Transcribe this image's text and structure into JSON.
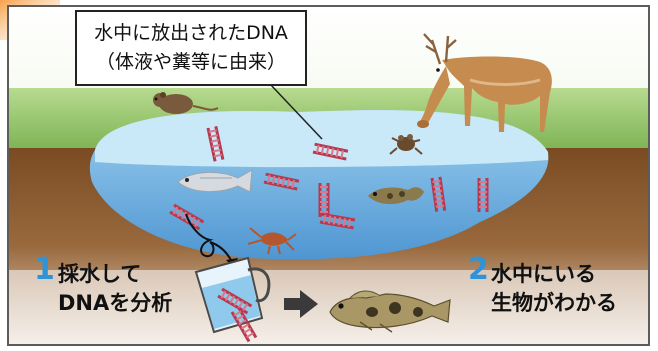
{
  "callout": {
    "line1": "水中に放出されたDNA",
    "line2": "（体液や糞等に由来）"
  },
  "steps": [
    {
      "number": "1",
      "line1": "採水して",
      "line2": "DNAを分析"
    },
    {
      "number": "2",
      "line1": "水中にいる",
      "line2": "生物がわかる"
    }
  ],
  "colors": {
    "frame": "#5c5c5c",
    "grass": "#8cc063",
    "soil": "#6b3f1d",
    "water_top": "#bfe3f7",
    "water_deep": "#5a9fd6",
    "dna": "#c6495f",
    "accent_number": "#2f93d8"
  },
  "icons": [
    "mouse",
    "deer",
    "fish",
    "goby-fish",
    "frog",
    "crayfish",
    "dna-strand",
    "water-sampling-jar",
    "right-arrow"
  ]
}
